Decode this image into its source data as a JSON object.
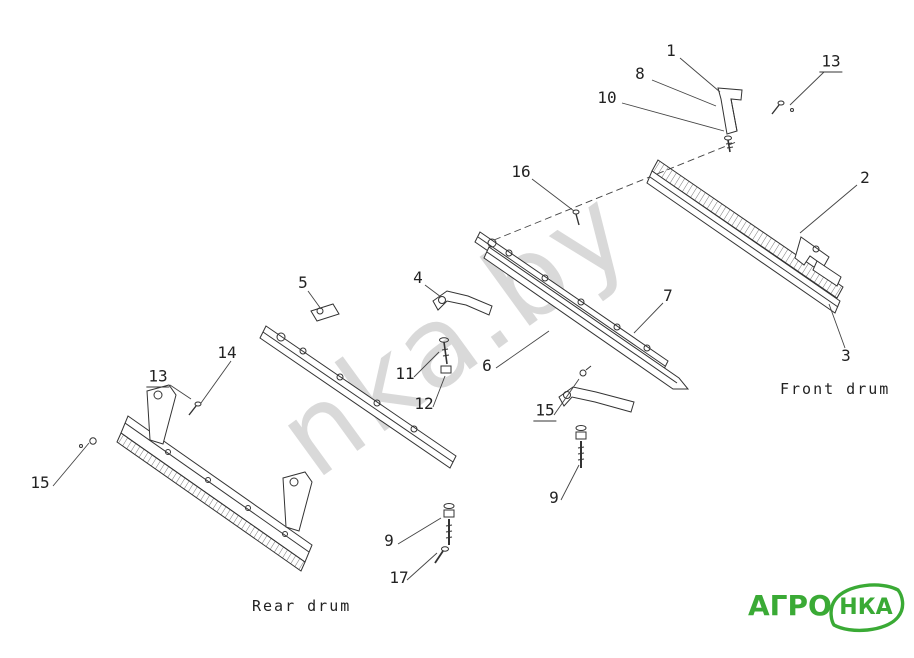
{
  "watermark": {
    "text": "nka.by"
  },
  "logo": {
    "prefix": "АГРО",
    "oval_text": "НКА",
    "color": "#3aaa35"
  },
  "labels": {
    "front_drum": "Front drum",
    "rear_drum": "Rear drum"
  },
  "callouts": [
    {
      "label": "1"
    },
    {
      "label": "8"
    },
    {
      "label": "10"
    },
    {
      "label": "13"
    },
    {
      "label": "16"
    },
    {
      "label": "2"
    },
    {
      "label": "3"
    },
    {
      "label": "5"
    },
    {
      "label": "4"
    },
    {
      "label": "14"
    },
    {
      "label": "13"
    },
    {
      "label": "15"
    },
    {
      "label": "11"
    },
    {
      "label": "12"
    },
    {
      "label": "6"
    },
    {
      "label": "7"
    },
    {
      "label": "15"
    },
    {
      "label": "9"
    },
    {
      "label": "9"
    },
    {
      "label": "17"
    }
  ]
}
